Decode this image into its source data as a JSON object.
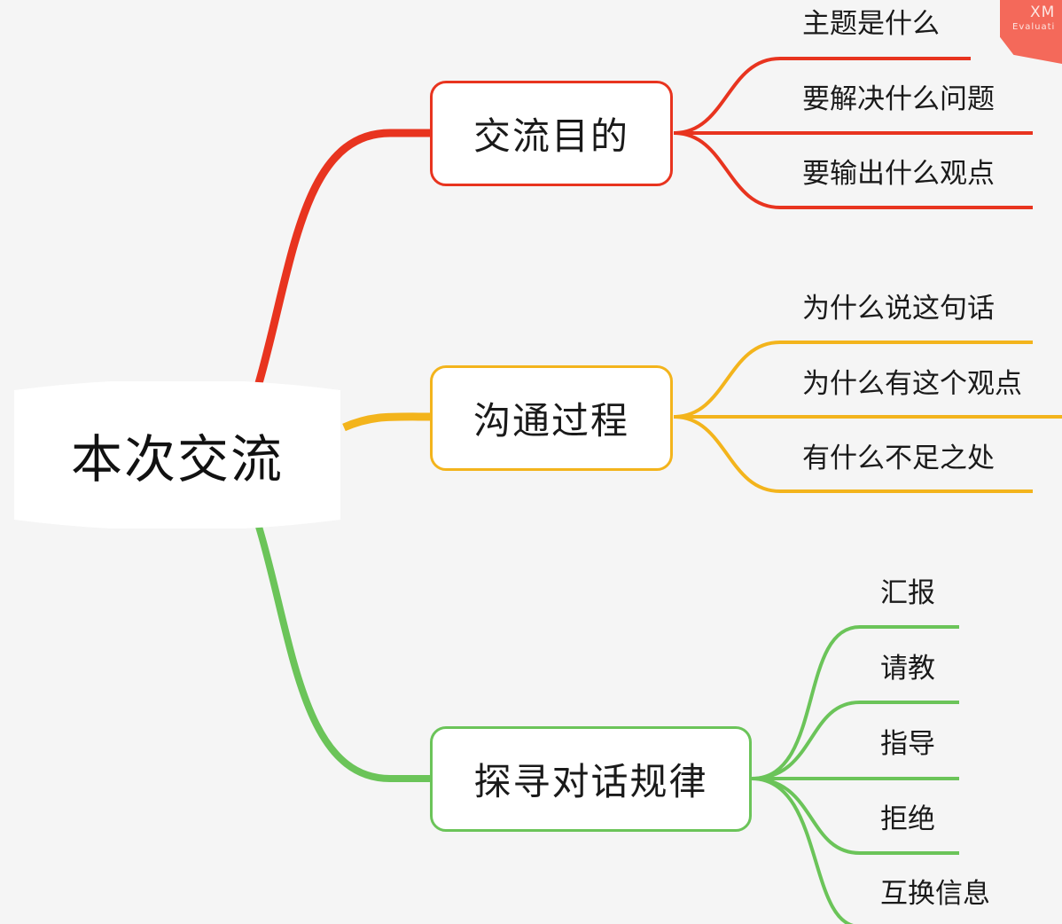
{
  "root": {
    "label": "本次交流"
  },
  "colors": {
    "red": "#e8341f",
    "yellow": "#f3b41c",
    "green": "#6bc459"
  },
  "branches": [
    {
      "label": "交流目的",
      "color": "#e8341f",
      "leaves": [
        "主题是什么",
        "要解决什么问题",
        "要输出什么观点"
      ]
    },
    {
      "label": "沟通过程",
      "color": "#f3b41c",
      "leaves": [
        "为什么说这句话",
        "为什么有这个观点",
        "有什么不足之处"
      ]
    },
    {
      "label": "探寻对话规律",
      "color": "#6bc459",
      "leaves": [
        "汇报",
        "请教",
        "指导",
        "拒绝",
        "互换信息"
      ]
    }
  ],
  "watermark": {
    "line1": "XM",
    "line2": "Evaluati"
  }
}
